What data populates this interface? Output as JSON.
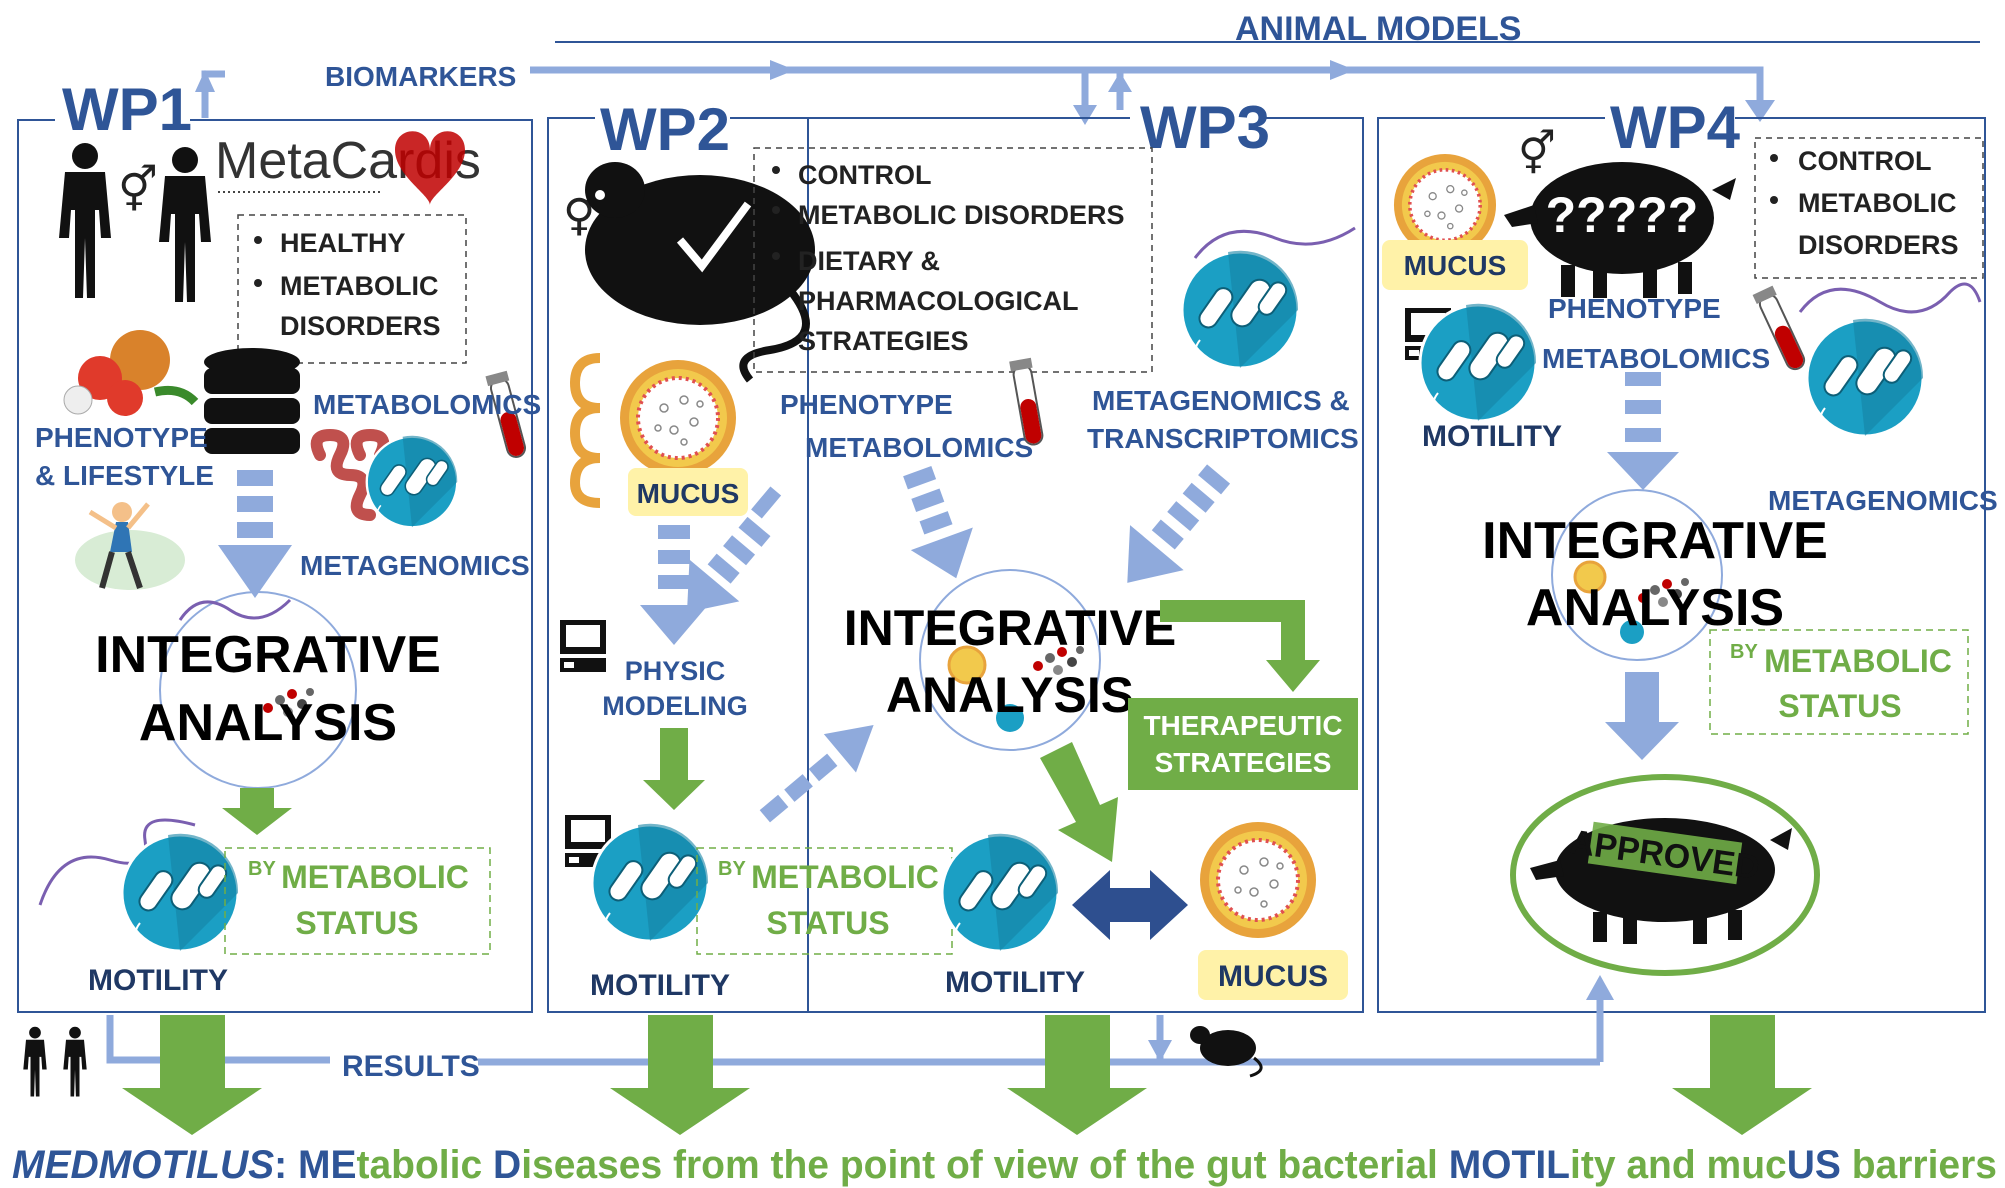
{
  "header": {
    "animal_models": "ANIMAL MODELS",
    "biomarkers": "BIOMARKERS",
    "results": "RESULTS"
  },
  "wp1": {
    "title": "WP1",
    "logo": "MetaCardis",
    "groups": [
      "HEALTHY",
      "METABOLIC",
      "DISORDERS"
    ],
    "phenotype": [
      "PHENOTYPE",
      "& LIFESTYLE"
    ],
    "metabolomics": "METABOLOMICS",
    "metagenomics": "METAGENOMICS",
    "integrative": [
      "INTEGRATIVE",
      "ANALYSIS"
    ],
    "by": "BY",
    "status": [
      "METABOLIC",
      "STATUS"
    ],
    "motility": "MOTILITY"
  },
  "wp2": {
    "title": "WP2",
    "groups": [
      "CONTROL",
      "METABOLIC DISORDERS",
      "DIETARY &",
      "PHARMACOLOGICAL",
      "STRATEGIES"
    ],
    "mucus": "MUCUS",
    "physic": [
      "PHYSIC",
      "MODELING"
    ],
    "by": "BY",
    "status": [
      "METABOLIC",
      "STATUS"
    ],
    "motility": "MOTILITY"
  },
  "wp3": {
    "title": "WP3",
    "phenotype": "PHENOTYPE",
    "metabolomics": "METABOLOMICS",
    "metagenomics": [
      "METAGENOMICS &",
      "TRANSCRIPTOMICS"
    ],
    "integrative": [
      "INTEGRATIVE",
      "ANALYSIS"
    ],
    "therapeutic": [
      "THERAPEUTIC",
      "STRATEGIES"
    ],
    "motility": "MOTILITY",
    "mucus": "MUCUS"
  },
  "wp4": {
    "title": "WP4",
    "groups": [
      "CONTROL",
      "METABOLIC",
      "DISORDERS"
    ],
    "mucus": "MUCUS",
    "phenotype": "PHENOTYPE",
    "metabolomics": "METABOLOMICS",
    "motility": "MOTILITY",
    "metagenomics": "METAGENOMICS",
    "integrative": [
      "INTEGRATIVE",
      "ANALYSIS"
    ],
    "by": "BY",
    "status": [
      "METABOLIC",
      "STATUS"
    ],
    "approved": "APPROVED",
    "question_marks": "?????"
  },
  "footer": {
    "acronym": "MEDMOTILUS",
    "colon": ":",
    "parts": [
      {
        "text": " ME",
        "color": "#2f5597"
      },
      {
        "text": "tabolic ",
        "color": "#70ad47"
      },
      {
        "text": "D",
        "color": "#2f5597"
      },
      {
        "text": "iseases from the point of view of the gut bacterial ",
        "color": "#70ad47"
      },
      {
        "text": "MOTIL",
        "color": "#2f5597"
      },
      {
        "text": "ity and muc",
        "color": "#70ad47"
      },
      {
        "text": "US",
        "color": "#2f5597"
      },
      {
        "text": " barriers",
        "color": "#70ad47"
      }
    ]
  },
  "colors": {
    "blue": "#2f5597",
    "light_blue": "#8faadc",
    "green": "#70ad47",
    "teal": "#1b9fc4",
    "dark_blue": "#2e4f8f"
  }
}
